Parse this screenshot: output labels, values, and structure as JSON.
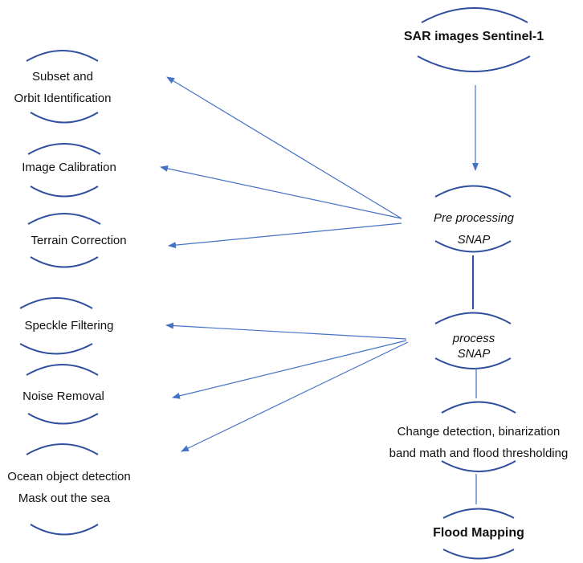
{
  "left_steps": [
    {
      "line1": "Subset and",
      "line2": "Orbit Identification"
    },
    {
      "label": "Image Calibration"
    },
    {
      "label": "Terrain Correction"
    },
    {
      "label": "Speckle Filtering"
    },
    {
      "label": "Noise Removal"
    },
    {
      "line1": "Ocean object detection",
      "line2": "Mask out the sea"
    }
  ],
  "flow": {
    "source": "SAR images Sentinel-1",
    "preprocessing": {
      "line1": "Pre processing",
      "line2": "SNAP"
    },
    "process": {
      "line1": "process",
      "line2": "SNAP"
    },
    "analysis": {
      "line1": "Change detection, binarization",
      "line2": "band math and flood thresholding"
    },
    "result": "Flood Mapping"
  },
  "colors": {
    "arc": "#2f4f9f",
    "arrow": "#4472c4"
  }
}
